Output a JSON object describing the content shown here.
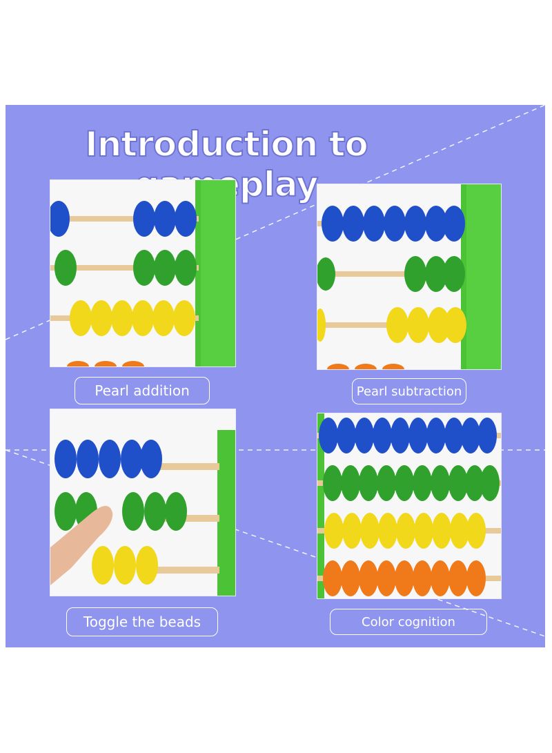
{
  "title": "Introduction to gameplay",
  "cards": [
    {
      "label": "Pearl addition",
      "image": "abacus-close-up-addition"
    },
    {
      "label": "Pearl subtraction",
      "image": "abacus-close-up-subtraction"
    },
    {
      "label": "Toggle the beads",
      "image": "finger-moving-beads"
    },
    {
      "label": "Color cognition",
      "image": "abacus-four-color-rows"
    }
  ],
  "colors": {
    "background": "#8f95ee",
    "blue_bead": "#1f4fc9",
    "green_bead": "#2fa12c",
    "yellow_bead": "#f2d81a",
    "orange_bead": "#f07a1a",
    "frame_green": "#4cc236",
    "rod": "#e8c99a"
  }
}
